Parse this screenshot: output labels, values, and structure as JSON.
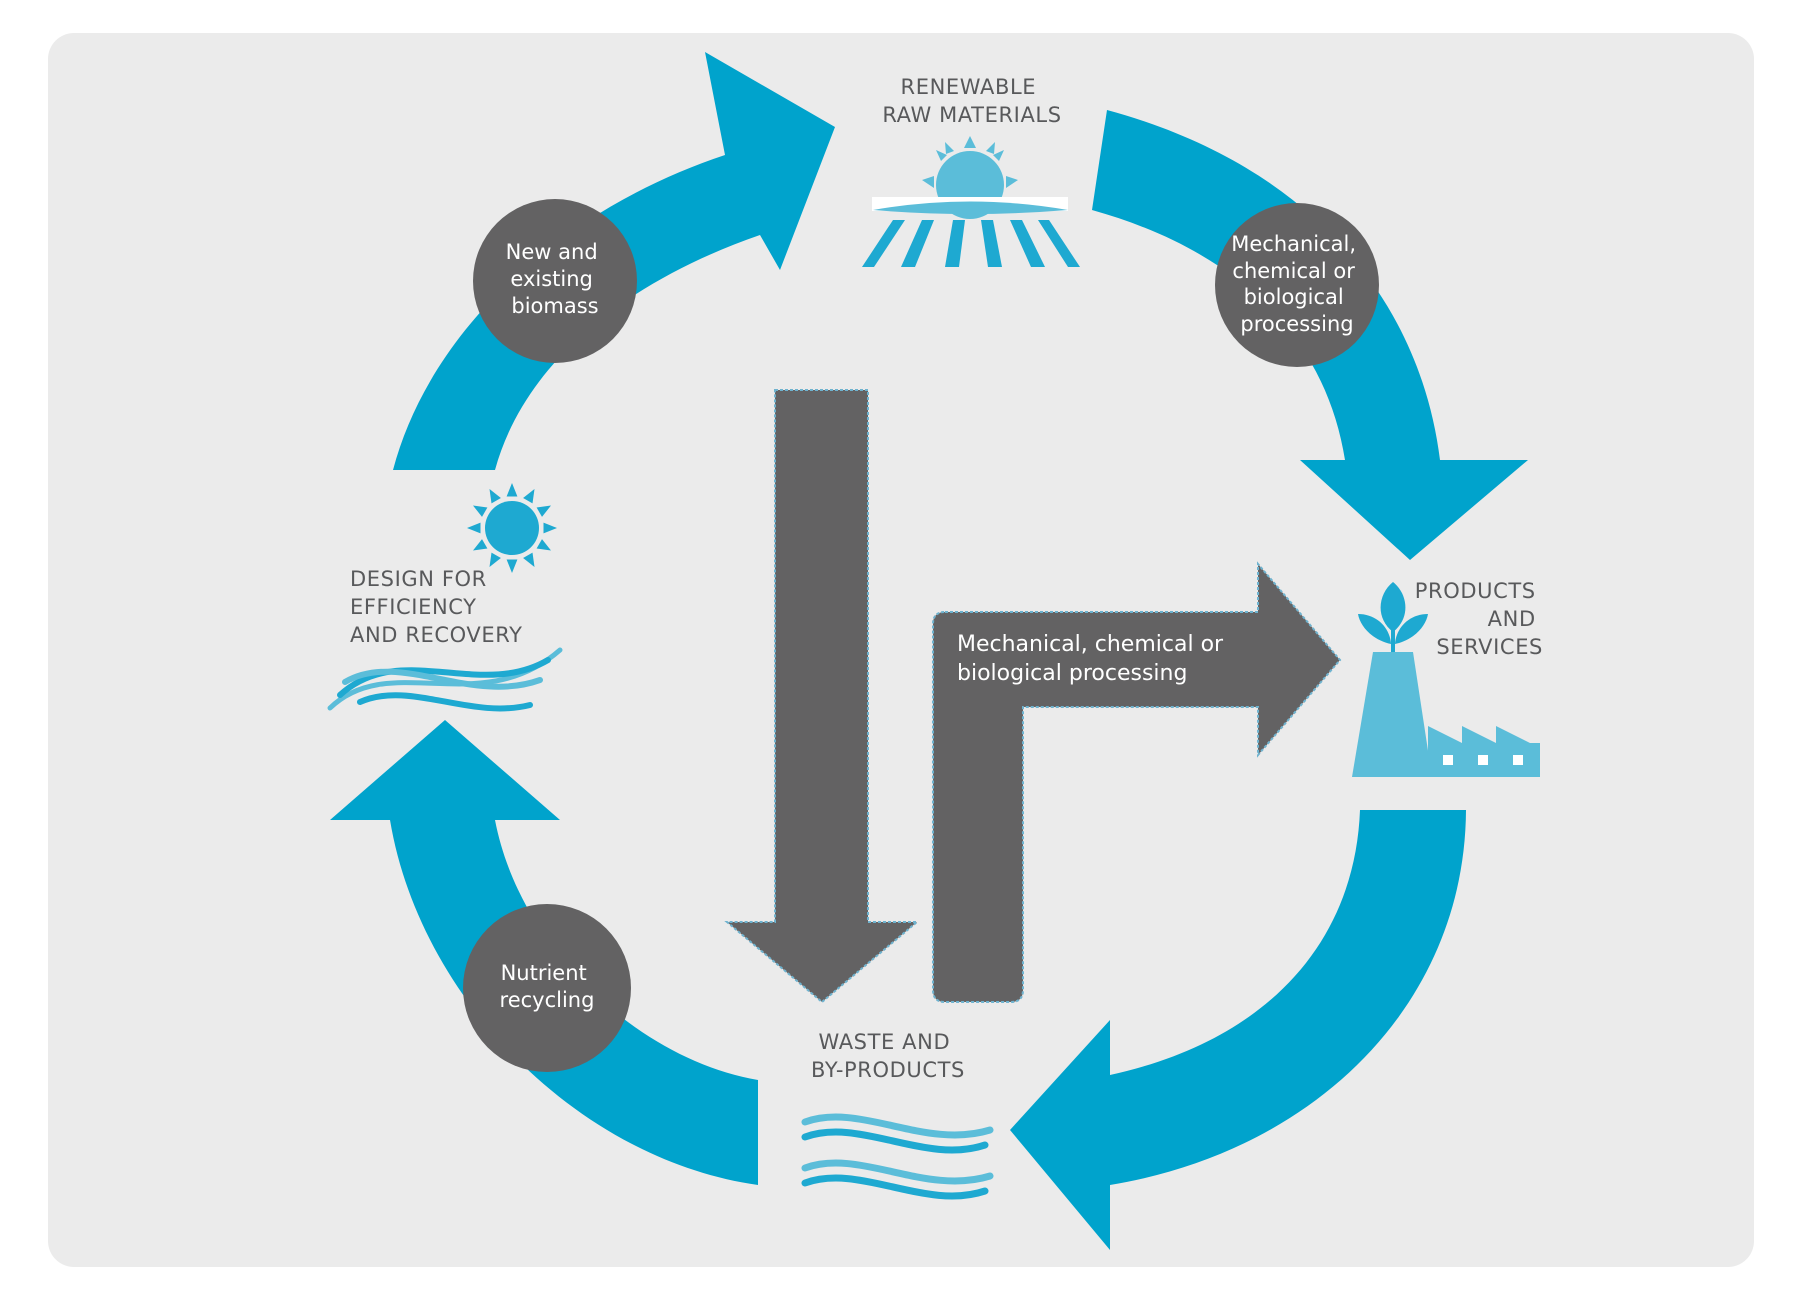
{
  "colors": {
    "background": "#ebebeb",
    "cycle_arrow": "#00a3cc",
    "node_circle": "#636263",
    "icon_light": "#5bbdd9",
    "icon_dark": "#1ea9d1",
    "label_text": "#58595b",
    "white": "#ffffff"
  },
  "stages": {
    "raw_materials": [
      "RENEWABLE",
      "RAW MATERIALS"
    ],
    "products": [
      "PRODUCTS",
      "AND",
      "SERVICES"
    ],
    "waste": [
      "WASTE AND",
      "BY-PRODUCTS"
    ],
    "design": [
      "DESIGN FOR",
      "EFFICIENCY",
      "AND RECOVERY"
    ]
  },
  "processes": {
    "biomass": [
      "New and",
      "existing",
      "biomass"
    ],
    "processing_circle": [
      "Mechanical,",
      "chemical or",
      "biological",
      "processing"
    ],
    "nutrient": [
      "Nutrient",
      "recycling"
    ],
    "processing_arrow": [
      "Mechanical, chemical or",
      "biological processing"
    ]
  },
  "icons": {
    "raw_materials": "sun-over-field-icon",
    "products": "factory-with-plant-icon",
    "waste": "waves-icon",
    "design_sun": "sun-icon",
    "design_waves": "waves-icon"
  }
}
